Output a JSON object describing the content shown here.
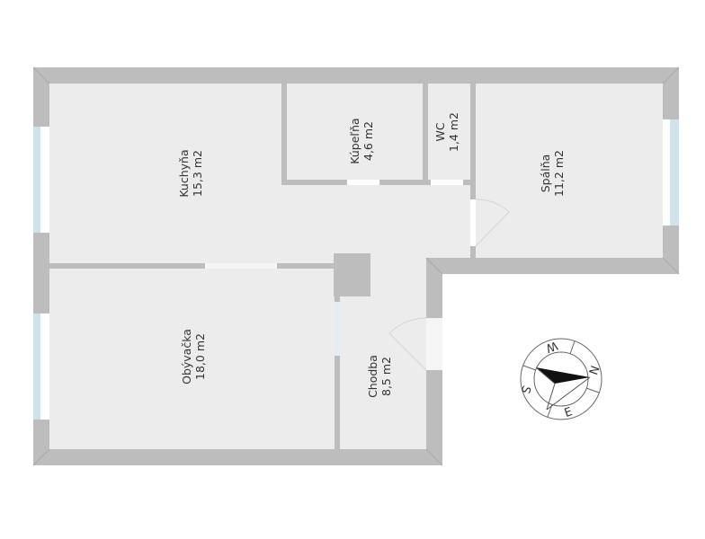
{
  "floor_plan": {
    "rooms": [
      {
        "id": "kitchen",
        "name": "Kuchyňa",
        "area": "15,3 m2"
      },
      {
        "id": "bathroom",
        "name": "Kúpeľňa",
        "area": "4,6 m2"
      },
      {
        "id": "wc",
        "name": "WC",
        "area": "1,4 m2"
      },
      {
        "id": "bedroom",
        "name": "Spálňa",
        "area": "11,2 m2"
      },
      {
        "id": "living",
        "name": "Obývačka",
        "area": "18,0 m2"
      },
      {
        "id": "hallway",
        "name": "Chodba",
        "area": "8,5 m2"
      }
    ],
    "compass": {
      "labels": {
        "north": "N",
        "east": "E",
        "south": "S",
        "west": "W"
      }
    },
    "colors": {
      "wall": "#bdbdbd",
      "floor": "#ececec",
      "window_glass": "#cfe3ea",
      "background": "#ffffff"
    }
  }
}
